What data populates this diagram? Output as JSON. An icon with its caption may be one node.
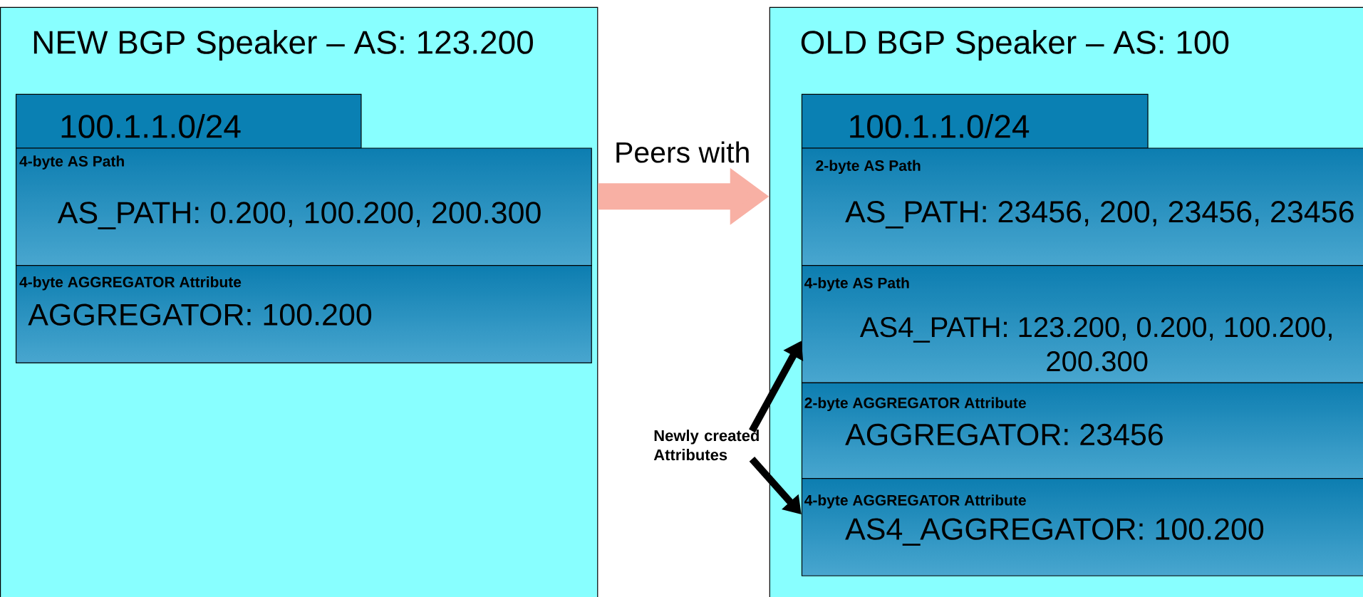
{
  "diagram": {
    "nodes": [
      {
        "text": [
          "NEW BGP Speaker – AS: 123.200"
        ]
      },
      {
        "text": [
          "100.1.1.0/24"
        ],
        "in": 0
      },
      {
        "text": [
          "4-byte AS Path",
          "AS_PATH: 0.200, 100.200, 200.300"
        ],
        "in": 0
      },
      {
        "text": [
          "4-byte AGGREGATOR Attribute",
          "AGGREGATOR: 100.200"
        ],
        "in": 0
      },
      {
        "text": [
          "OLD BGP Speaker – AS: 100"
        ]
      },
      {
        "text": [
          "100.1.1.0/24"
        ],
        "in": 4
      },
      {
        "text": [
          "2-byte AS Path",
          "AS_PATH: 23456, 200, 23456, 23456"
        ],
        "in": 4
      },
      {
        "text": [
          "4-byte AS Path",
          "AS4_PATH: 123.200, 0.200, 100.200, 200.300"
        ],
        "in": 4
      },
      {
        "text": [
          "2-byte AGGREGATOR Attribute",
          "AGGREGATOR: 23456"
        ],
        "in": 4
      },
      {
        "text": [
          "4-byte AGGREGATOR Attribute",
          "AS4_AGGREGATOR: 100.200"
        ],
        "in": 4
      },
      {
        "text": [
          "Newly created Attributes"
        ]
      }
    ],
    "edges": [
      {
        "from": 0,
        "to": 4,
        "arrow": "to",
        "label": "Peers with",
        "style": "thick",
        "color": "#f8b0a4"
      },
      {
        "from": 10,
        "to": 7,
        "arrow": "to"
      },
      {
        "from": 10,
        "to": 9,
        "arrow": "to"
      }
    ]
  }
}
